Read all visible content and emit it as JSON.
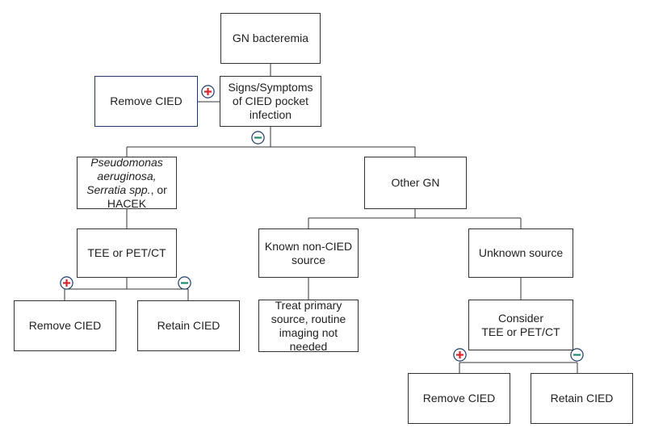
{
  "flowchart": {
    "start": {
      "label": "GN bacteremia"
    },
    "pocket": {
      "lines": [
        "Signs/Symptoms",
        "of CIED pocket",
        "infection"
      ]
    },
    "remove_top": {
      "label": "Remove CIED"
    },
    "pseudomonas": {
      "line1_italic": "Pseudomonas",
      "line2_italic": "aeruginosa,",
      "line3_italic": "Serratia spp.",
      "line3_rest": ", or",
      "line4": "HACEK"
    },
    "other_gn": {
      "label": "Other GN"
    },
    "tee_left": {
      "label": "TEE or PET/CT"
    },
    "known_source": {
      "lines": [
        "Known non-CIED",
        "source"
      ]
    },
    "unknown_source": {
      "label": "Unknown source"
    },
    "remove_left": {
      "label": "Remove CIED"
    },
    "retain_left": {
      "label": "Retain CIED"
    },
    "treat_primary": {
      "lines": [
        "Treat primary",
        "source, routine",
        "imaging not",
        "needed"
      ]
    },
    "consider_tee": {
      "lines": [
        "Consider",
        "TEE or PET/CT"
      ]
    },
    "remove_right": {
      "label": "Remove CIED"
    },
    "retain_right": {
      "label": "Retain CIED"
    }
  },
  "colors": {
    "positive": "#d7262f",
    "negative": "#1e8a73",
    "remove_top_border": "#1f3a68",
    "line": "#333333"
  },
  "icons": {
    "positive": "plus-circle-icon",
    "negative": "minus-circle-icon"
  }
}
